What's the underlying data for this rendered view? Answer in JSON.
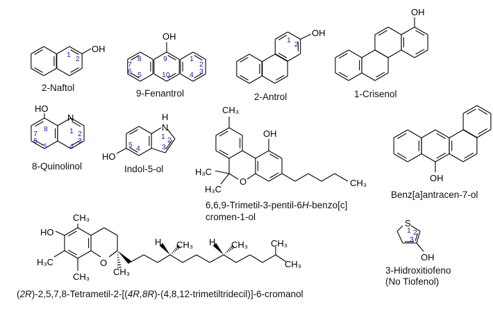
{
  "colors": {
    "bond": "#000000",
    "locant": "#1a1aa8",
    "text": "#111111"
  },
  "molecules": {
    "naftol": {
      "name": "2-Naftol",
      "atoms": {
        "oh": "OH"
      },
      "locants": [
        "1",
        "2"
      ]
    },
    "fenantrol": {
      "name": "9-Fenantrol",
      "atoms": {
        "oh": "OH"
      },
      "locants": [
        "8",
        "9",
        "1",
        "7",
        "2",
        "6",
        "3",
        "5",
        "10",
        "4"
      ]
    },
    "antrol": {
      "name": "2-Antrol",
      "atoms": {
        "oh": "OH"
      },
      "locants": [
        "1",
        "2"
      ]
    },
    "crisenol": {
      "name": "1-Crisenol",
      "atoms": {
        "oh": "OH"
      }
    },
    "quinolinol": {
      "name": "8-Quinolinol",
      "atoms": {
        "ho": "HO",
        "n": "N"
      },
      "locants": [
        "8",
        "7",
        "6",
        "5",
        "1",
        "2",
        "3",
        "4"
      ]
    },
    "indol": {
      "name": "Indol-5-ol",
      "atoms": {
        "ho": "HO",
        "h": "H",
        "n": "N"
      },
      "locants": [
        "1",
        "2",
        "3",
        "5",
        "4"
      ]
    },
    "cannabinol": {
      "name_line1_a": "6,6,9-Trimetil-3-pentil-6",
      "name_line1_italic": "H",
      "name_line1_b": "-benzo[c]",
      "name_line2": "cromen-1-ol",
      "atoms": {
        "ch3_top": "CH₃",
        "oh": "OH",
        "h3c_1": "H₃C",
        "h3c_2": "H₃C",
        "o": "O",
        "ch3_chain": "CH₃"
      }
    },
    "benzantracenol": {
      "name": "Benz[a]antracen-7-ol",
      "atoms": {
        "oh": "OH"
      }
    },
    "tocoferol": {
      "name_parts": [
        "(",
        "2R",
        ")-2,5,7,8-Tetrametil-2-[(",
        "4R,8R",
        ")-(4,8,12-trimetiltridecil)]-6-cromanol"
      ],
      "atoms": {
        "ch3_top": "CH₃",
        "ho": "HO",
        "h3c": "H₃C",
        "ch3_bottom": "CH₃",
        "o": "O",
        "ch3_c2": "CH₃",
        "h_4": "H",
        "ch3_4": "CH₃",
        "h_8": "H",
        "ch3_8": "CH₃",
        "ch3_12a": "CH₃",
        "ch3_12b": "CH₃"
      }
    },
    "hidroxitiofeno": {
      "name_line1": "3-Hidroxitiofeno",
      "name_line2": "(No Tiofenol)",
      "atoms": {
        "s": "S",
        "oh": "OH"
      },
      "locants": [
        "1",
        "2",
        "3"
      ]
    }
  }
}
